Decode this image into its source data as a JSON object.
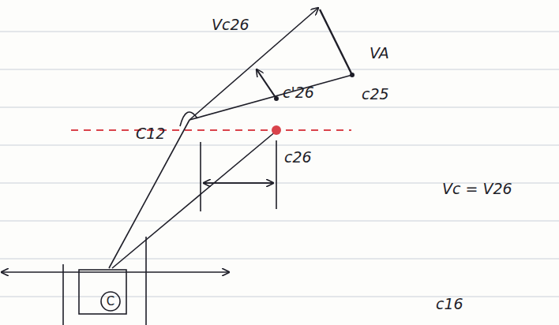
{
  "diagram": {
    "labels": [
      "Vc26",
      "VA",
      "c'26",
      "c25",
      "C12",
      "c26",
      "Vc = V26",
      "c16",
      "C"
    ]
  }
}
